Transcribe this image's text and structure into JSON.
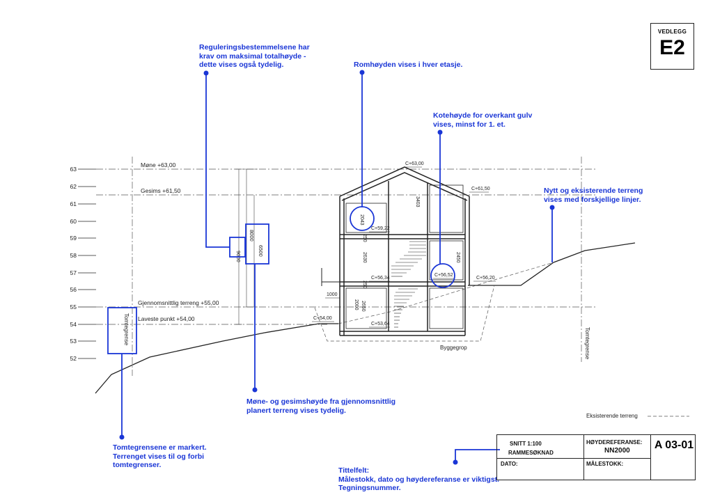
{
  "vedlegg": {
    "label": "VEDLEGG",
    "code": "E2"
  },
  "levels": [
    "63",
    "62",
    "61",
    "60",
    "59",
    "58",
    "57",
    "56",
    "55",
    "54",
    "53",
    "52"
  ],
  "reference_lines": {
    "mone": "Møne +63,00",
    "gesims": "Gesims +61,50",
    "gjennomsnitt": "Gjennomsnittlig terreng +55,00",
    "laveste": "Laveste punkt +54,00"
  },
  "drawing_labels": {
    "tomtegrense": "Tomtegrense",
    "byggegrop": "Byggegrop",
    "eksisterende_terreng": "Eksisterende terreng"
  },
  "dimensions": {
    "h9000": "9000",
    "h8000": "8000",
    "h6500": "6500",
    "r2043": "2043",
    "r3403": "3403",
    "d250a": "250",
    "d250b": "250",
    "d2630": "2630",
    "d2450": "2450",
    "d2000": "2000",
    "d2650": "2650",
    "d1000": "1000"
  },
  "kote_labels": {
    "c6300": "C+63,00",
    "c6150": "C+61,50",
    "c5922": "C+59,22",
    "c5634": "C+56,34",
    "c5652": "C+56,52",
    "c5620": "C+56,20",
    "c5400": "C+54,00",
    "c5364": "C+53,64"
  },
  "annotations": {
    "regulering": "Reguleringsbestemmelsene har\nkrav om maksimal totalhøyde -\ndette vises også tydelig.",
    "romhoyde": "Romhøyden vises i hver etasje.",
    "kotehoyde": "Kotehøyde for overkant gulv\nvises, minst for 1. et.",
    "terreng": "Nytt og eksisterende terreng\nvises med forskjellige linjer.",
    "mone_gesims": "Møne- og gesimshøyde fra gjennomsnittlig\nplanert terreng vises tydelig.",
    "tomtegrenser": "Tomtegrensene er markert.\nTerrenget vises til og forbi\ntomtegrenser.",
    "tittelfelt": "Tittelfelt:\nMålestokk, dato og høydereferanse er viktigst.\nTegningsnummer."
  },
  "title_block": {
    "snitt": "SNITT 1:100",
    "rammesoknad": "RAMMESØKNAD",
    "dato": "DATO:",
    "hoydereferanse_label": "HØYDEREFERANSE:",
    "hoydereferanse_value": "NN2000",
    "malestokk": "MÅLESTOKK:",
    "drawing_number": "A 03-01"
  },
  "colors": {
    "annotation_blue": "#1a36d6",
    "line": "#222222"
  }
}
